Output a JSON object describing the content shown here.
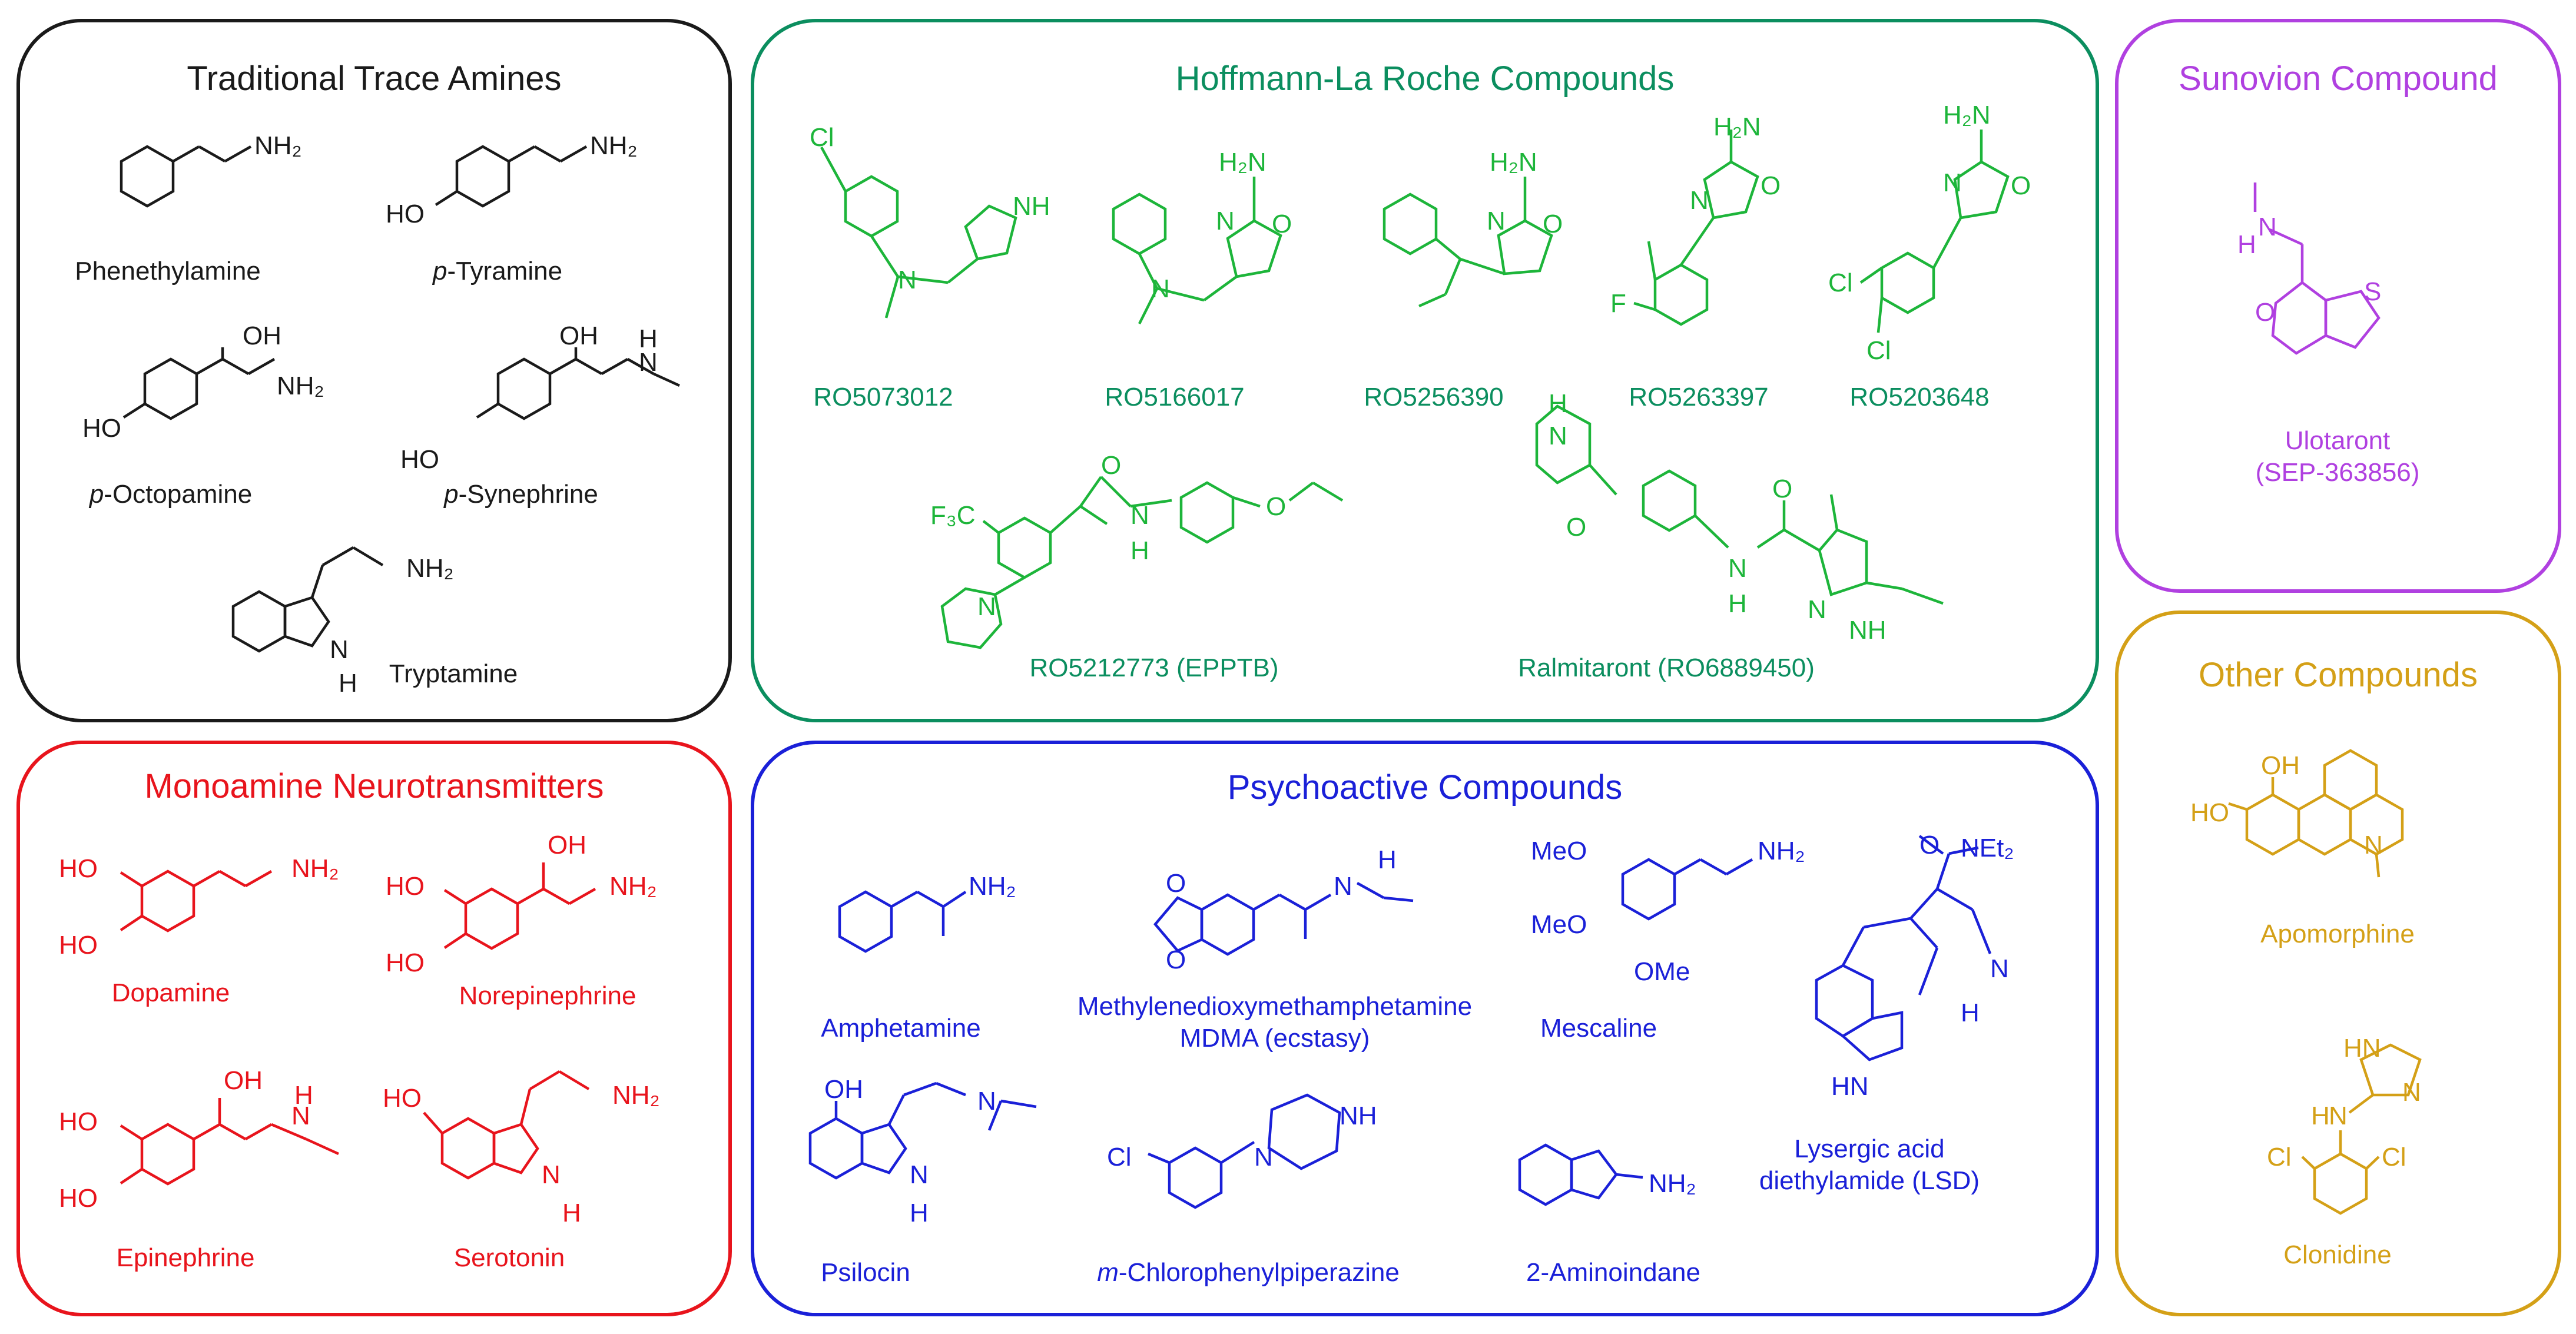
{
  "colors": {
    "trace": "#1a1a1a",
    "roche": "#0b8e5f",
    "roche_structure": "#1db53a",
    "sunovion": "#b040e0",
    "monoamine": "#e8141c",
    "psychoactive": "#1a20d8",
    "other": "#d4a017"
  },
  "panels": {
    "trace": {
      "title": "Traditional Trace Amines",
      "compounds": {
        "phenethylamine": "Phenethylamine",
        "tyramine_prefix": "p",
        "tyramine_rest": "-Tyramine",
        "octopamine_prefix": "p",
        "octopamine_rest": "-Octopamine",
        "synephrine_prefix": "p",
        "synephrine_rest": "-Synephrine",
        "tryptamine": "Tryptamine"
      }
    },
    "roche": {
      "title": "Hoffmann-La Roche Compounds",
      "compounds": {
        "ro5073012": "RO5073012",
        "ro5166017": "RO5166017",
        "ro5256390": "RO5256390",
        "ro5263397": "RO5263397",
        "ro5203648": "RO5203648",
        "ro5212773": "RO5212773 (EPPTB)",
        "ralmitaront": "Ralmitaront (RO6889450)"
      }
    },
    "sunovion": {
      "title": "Sunovion Compound",
      "compounds": {
        "ulotaront_line1": "Ulotaront",
        "ulotaront_line2": "(SEP-363856)"
      }
    },
    "monoamine": {
      "title": "Monoamine Neurotransmitters",
      "compounds": {
        "dopamine": "Dopamine",
        "norepinephrine": "Norepinephrine",
        "epinephrine": "Epinephrine",
        "serotonin": "Serotonin"
      }
    },
    "psychoactive": {
      "title": "Psychoactive Compounds",
      "compounds": {
        "amphetamine": "Amphetamine",
        "mdma_line1": "Methylenedioxymethamphetamine",
        "mdma_line2": "MDMA (ecstasy)",
        "mescaline": "Mescaline",
        "lsd_line1": "Lysergic acid",
        "lsd_line2": "diethylamide (LSD)",
        "psilocin": "Psilocin",
        "mcpp_prefix": "m",
        "mcpp_rest": "-Chlorophenylpiperazine",
        "aminoindane": "2-Aminoindane"
      }
    },
    "other": {
      "title": "Other Compounds",
      "compounds": {
        "apomorphine": "Apomorphine",
        "clonidine": "Clonidine"
      }
    }
  },
  "atoms": {
    "nh2": "NH₂",
    "nh": "NH",
    "n": "N",
    "h": "H",
    "ho": "HO",
    "oh": "OH",
    "o": "O",
    "s": "S",
    "cl": "Cl",
    "f": "F",
    "hn": "HN",
    "h2n": "H₂N",
    "f3c": "F₃C",
    "meo": "MeO",
    "ome": "OMe",
    "net2": "NEt₂"
  }
}
